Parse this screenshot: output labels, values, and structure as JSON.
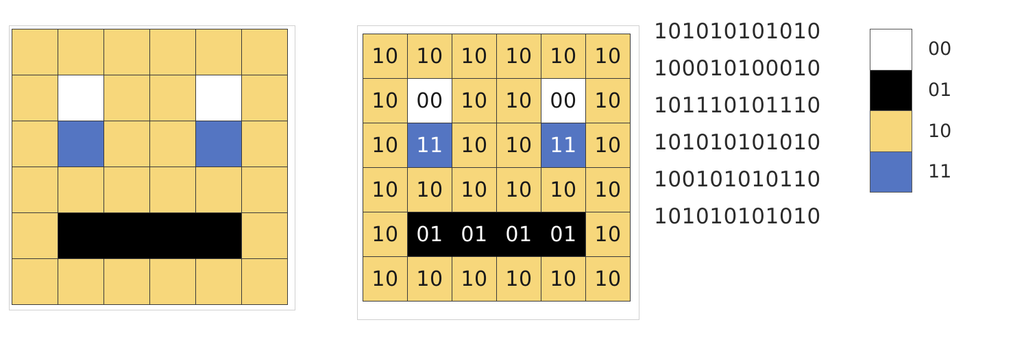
{
  "colors": {
    "00": "#ffffff",
    "01": "#000000",
    "10": "#f7d77b",
    "11": "#5475c2"
  },
  "pixel_grid": [
    [
      "10",
      "10",
      "10",
      "10",
      "10",
      "10"
    ],
    [
      "10",
      "00",
      "10",
      "10",
      "00",
      "10"
    ],
    [
      "10",
      "11",
      "10",
      "10",
      "11",
      "10"
    ],
    [
      "10",
      "10",
      "10",
      "10",
      "10",
      "10"
    ],
    [
      "10",
      "01",
      "01",
      "01",
      "01",
      "10"
    ],
    [
      "10",
      "10",
      "10",
      "10",
      "10",
      "10"
    ]
  ],
  "binary_rows": [
    "101010101010",
    "100010100010",
    "101110101110",
    "101010101010",
    "100101010110",
    "101010101010"
  ],
  "legend": [
    {
      "code": "00",
      "color_key": "00"
    },
    {
      "code": "01",
      "color_key": "01"
    },
    {
      "code": "10",
      "color_key": "10"
    },
    {
      "code": "11",
      "color_key": "11"
    }
  ]
}
